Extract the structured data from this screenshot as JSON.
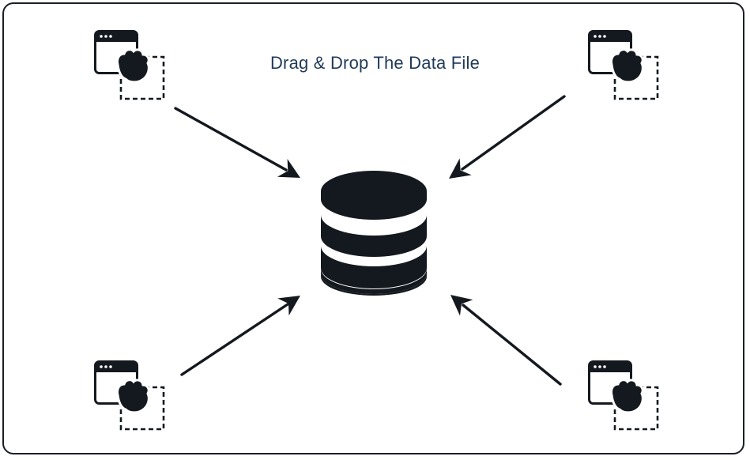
{
  "diagram": {
    "title": "Drag & Drop The Data File",
    "ink_color": "#14191f",
    "title_color": "#1f3a57",
    "nodes": [
      {
        "id": "window-drag-top-left",
        "icon": "window-drag-icon"
      },
      {
        "id": "window-drag-top-right",
        "icon": "window-drag-icon"
      },
      {
        "id": "window-drag-bottom-left",
        "icon": "window-drag-icon"
      },
      {
        "id": "window-drag-bottom-right",
        "icon": "window-drag-icon"
      },
      {
        "id": "database",
        "icon": "database-icon"
      }
    ],
    "edges": [
      {
        "from": "window-drag-top-left",
        "to": "database"
      },
      {
        "from": "window-drag-top-right",
        "to": "database"
      },
      {
        "from": "window-drag-bottom-left",
        "to": "database"
      },
      {
        "from": "window-drag-bottom-right",
        "to": "database"
      }
    ]
  }
}
